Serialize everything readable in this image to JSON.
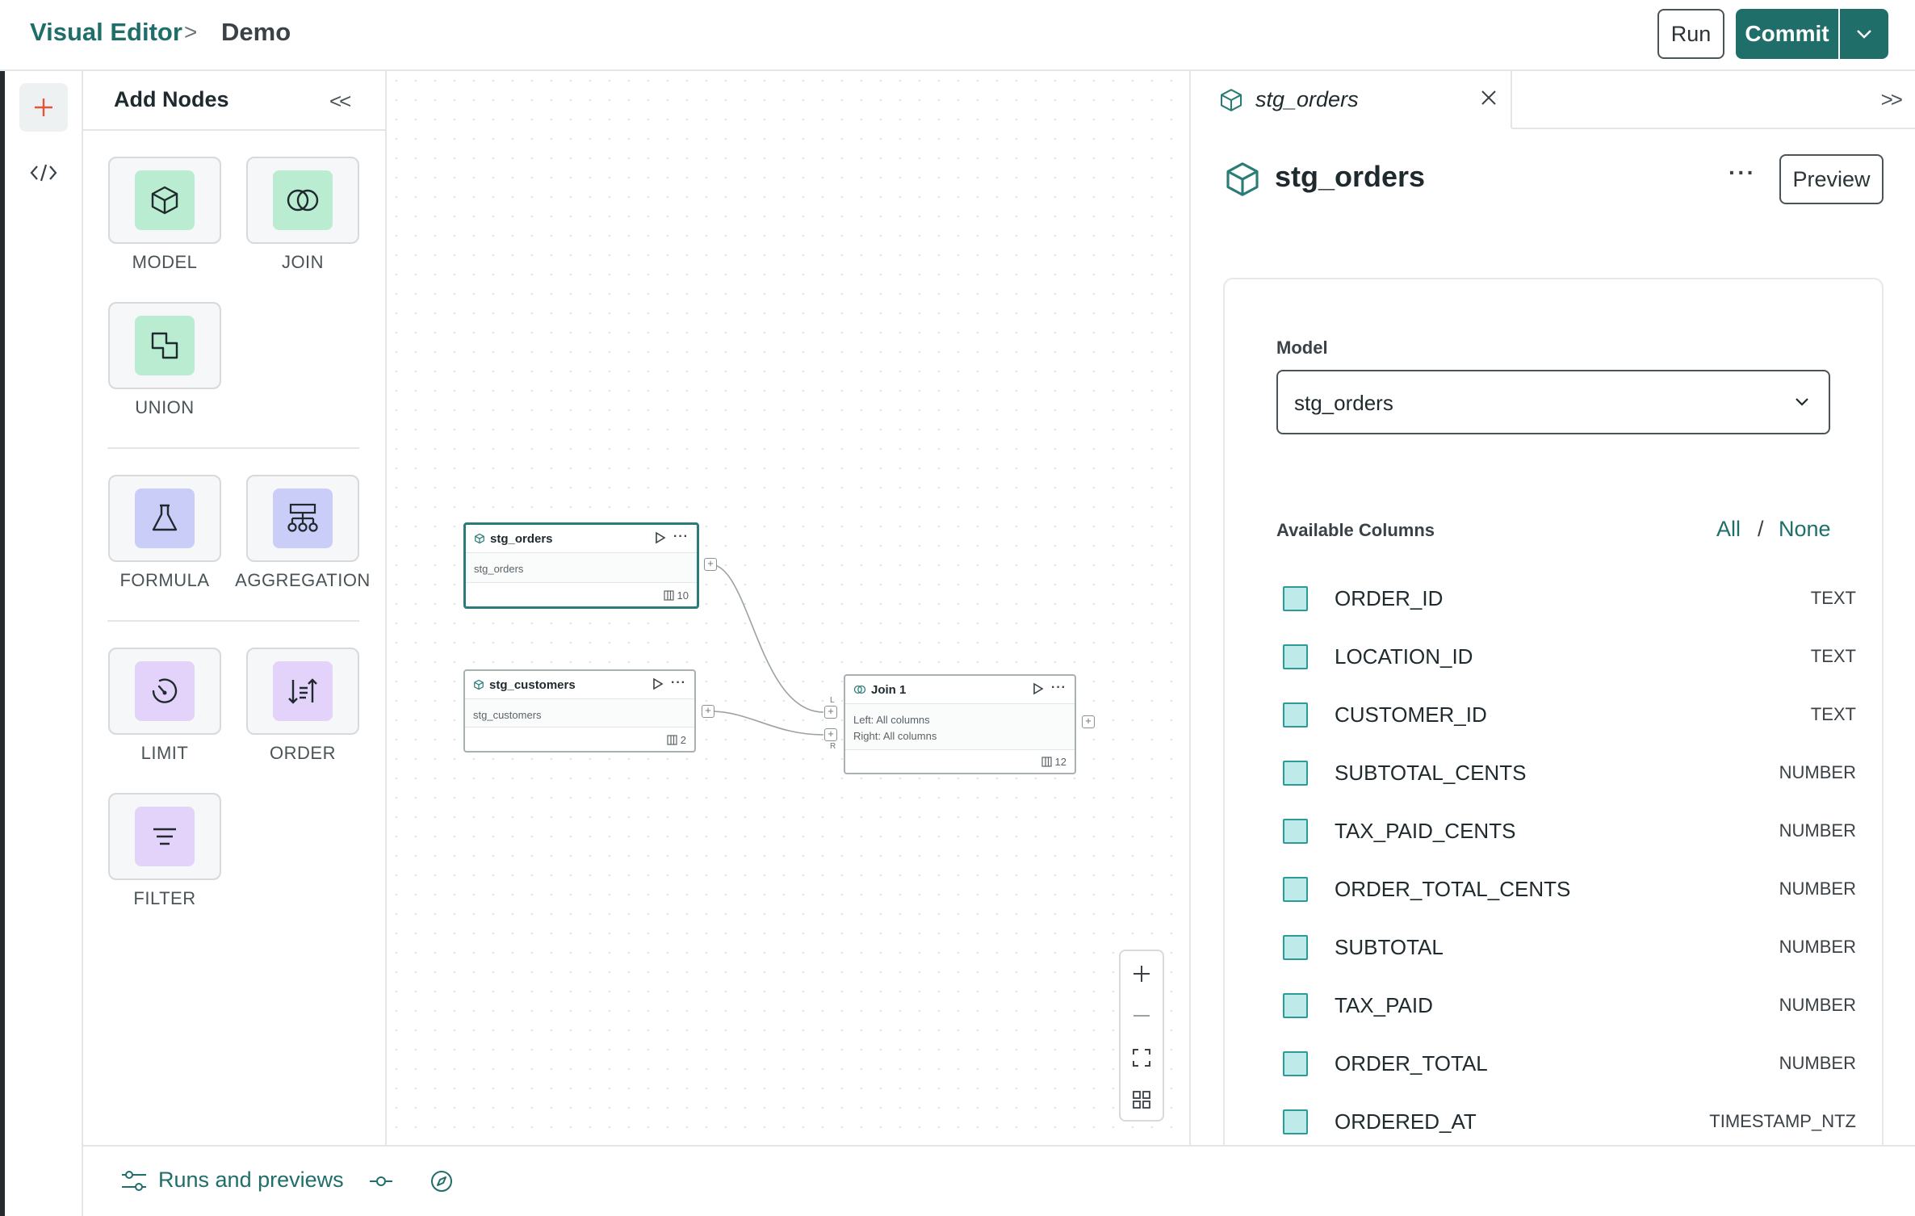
{
  "header": {
    "breadcrumb_root": "Visual Editor",
    "breadcrumb_sep": ">",
    "breadcrumb_page": "Demo",
    "run_label": "Run",
    "commit_label": "Commit",
    "accent_color": "#1f6e6a"
  },
  "rail": {
    "items": [
      {
        "icon": "plus-icon",
        "active": true
      },
      {
        "icon": "code-icon",
        "active": false
      }
    ]
  },
  "nodes_panel": {
    "title": "Add Nodes",
    "collapse_label": "<<",
    "groups": [
      [
        {
          "label": "MODEL",
          "icon": "cube-icon",
          "color": "#b9ecd0"
        },
        {
          "label": "JOIN",
          "icon": "join-icon",
          "color": "#b9ecd0"
        },
        {
          "label": "UNION",
          "icon": "union-icon",
          "color": "#b9ecd0"
        }
      ],
      [
        {
          "label": "FORMULA",
          "icon": "flask-icon",
          "color": "#c9cdf7"
        },
        {
          "label": "AGGREGATION",
          "icon": "aggregation-icon",
          "color": "#c9cdf7"
        }
      ],
      [
        {
          "label": "LIMIT",
          "icon": "limit-icon",
          "color": "#e3d2fa"
        },
        {
          "label": "ORDER",
          "icon": "sort-icon",
          "color": "#e3d2fa"
        },
        {
          "label": "FILTER",
          "icon": "filter-icon",
          "color": "#e3d2fa"
        }
      ]
    ]
  },
  "canvas": {
    "nodes": [
      {
        "title": "stg_orders",
        "body": "stg_orders",
        "column_count": "10",
        "selected": true
      },
      {
        "title": "stg_customers",
        "body": "stg_customers",
        "column_count": "2",
        "selected": false
      },
      {
        "title": "Join 1",
        "body_left": "Left: All columns",
        "body_right": "Right: All columns",
        "column_count": "12",
        "selected": false
      }
    ],
    "port_labels": {
      "left": "L",
      "right": "R"
    }
  },
  "inspector": {
    "tab_name": "stg_orders",
    "expand_label": ">>",
    "title": "stg_orders",
    "more_label": "···",
    "preview_label": "Preview",
    "model_label": "Model",
    "model_value": "stg_orders",
    "available_columns_label": "Available Columns",
    "all_label": "All",
    "slash": "/",
    "none_label": "None",
    "columns": [
      {
        "name": "ORDER_ID",
        "type": "TEXT",
        "checked": true
      },
      {
        "name": "LOCATION_ID",
        "type": "TEXT",
        "checked": true
      },
      {
        "name": "CUSTOMER_ID",
        "type": "TEXT",
        "checked": true
      },
      {
        "name": "SUBTOTAL_CENTS",
        "type": "NUMBER",
        "checked": true
      },
      {
        "name": "TAX_PAID_CENTS",
        "type": "NUMBER",
        "checked": true
      },
      {
        "name": "ORDER_TOTAL_CENTS",
        "type": "NUMBER",
        "checked": true
      },
      {
        "name": "SUBTOTAL",
        "type": "NUMBER",
        "checked": true
      },
      {
        "name": "TAX_PAID",
        "type": "NUMBER",
        "checked": true
      },
      {
        "name": "ORDER_TOTAL",
        "type": "NUMBER",
        "checked": true
      },
      {
        "name": "ORDERED_AT",
        "type": "TIMESTAMP_NTZ",
        "checked": true
      }
    ]
  },
  "bottombar": {
    "runs_label": "Runs and previews"
  }
}
